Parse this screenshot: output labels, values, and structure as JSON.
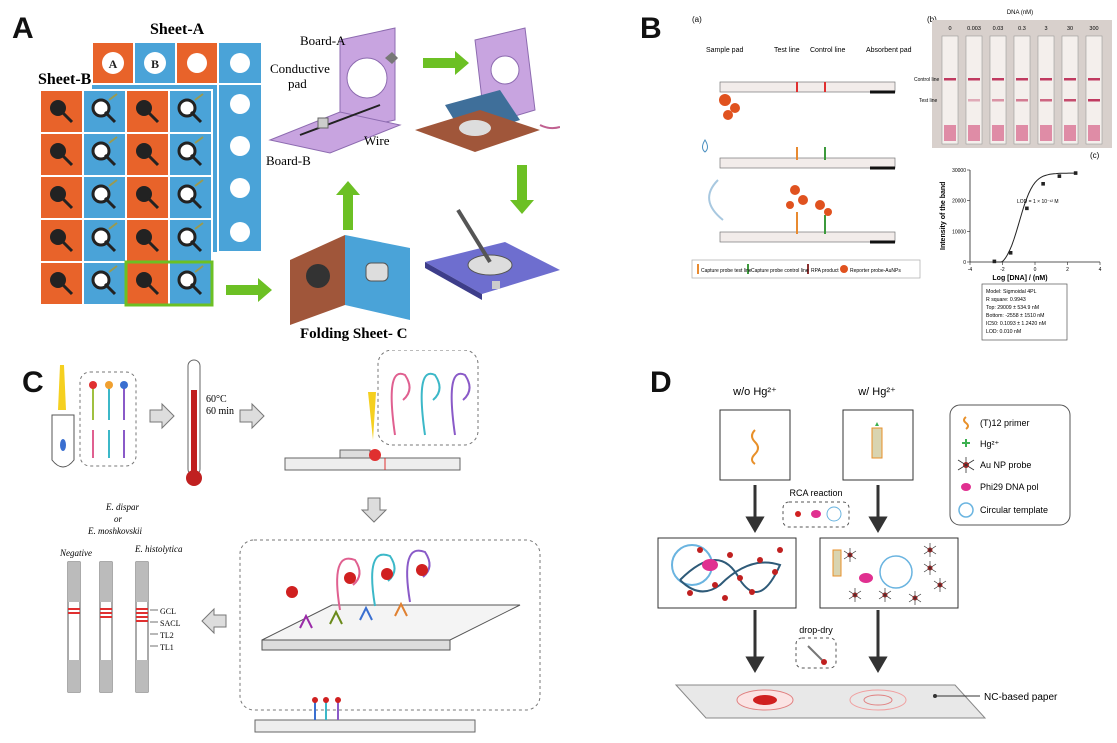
{
  "panel_labels": {
    "a": "A",
    "b": "B",
    "c": "C",
    "d": "D"
  },
  "panel_a": {
    "sheet_a": "Sheet-A",
    "sheet_b": "Sheet-B",
    "board_a": "Board-A",
    "board_b": "Board-B",
    "conductive_pad": "Conductive\npad",
    "wire": "Wire",
    "folding_sheet": "Folding Sheet- C",
    "circle_a": "A",
    "circle_b": "B"
  },
  "panel_b": {
    "sub_a": "(a)",
    "sub_b": "(b)",
    "sub_c": "(c)",
    "sample_pad": "Sample pad",
    "test_line": "Test line",
    "control_line": "Control line",
    "absorbent_pad": "Absorbent pad",
    "legend": [
      "Capture probe test line",
      "Capture probe control line",
      "RPA product",
      "Reporter probe-AuNPs"
    ],
    "dna_header": "DNA (nM)",
    "dna_conc": [
      "0",
      "0.003",
      "0.03",
      "0.3",
      "3",
      "30",
      "300"
    ],
    "strip_control_line": "Control line",
    "strip_test_line": "Test line",
    "ylabel": "Intensity of the band",
    "xlabel": "Log [DNA] / (nM)",
    "lod_annotation": "LOD = 1 × 10⁻¹² M",
    "yticks": [
      "0",
      "10000",
      "20000",
      "30000"
    ],
    "xticks": [
      "-4",
      "-2",
      "0",
      "2",
      "4"
    ],
    "stats": [
      "Model: Sigmoidal 4PL",
      "R square: 0.9943",
      "Top: 29009 ± 534.9 nM",
      "Bottom: -2558 ± 1510 nM",
      "IC50: 0.1093 ± 1.2420 nM",
      "LOD: 0.010 nM"
    ]
  },
  "panel_c": {
    "temp": "60°C",
    "time": "60 min",
    "negative": "Negative",
    "e_dispar": "E. dispar",
    "or": "or",
    "e_moshkovskii": "E. moshkovskii",
    "e_histolytica": "E. histolytica",
    "lines": [
      "GCL",
      "SACL",
      "TL2",
      "TL1"
    ]
  },
  "panel_d": {
    "wo_hg": "w/o Hg²⁺",
    "w_hg": "w/ Hg²⁺",
    "legend": [
      "(T)12 primer",
      "Hg²⁺",
      "Au NP probe",
      "Phi29 DNA pol",
      "Circular template"
    ],
    "rca": "RCA reaction",
    "drop_dry": "drop-dry",
    "nc_paper": "NC-based paper"
  },
  "chart_data": {
    "type": "scatter",
    "xlabel": "Log [DNA] / (nM)",
    "ylabel": "Intensity of the band",
    "xlim": [
      -4,
      4
    ],
    "ylim": [
      0,
      30000
    ],
    "x": [
      -2.5,
      -1.5,
      -0.5,
      0.5,
      1.5,
      2.5
    ],
    "values": [
      200,
      3000,
      17500,
      25500,
      28000,
      29000
    ],
    "fit": "sigmoidal 4PL"
  },
  "colors": {
    "orange": "#e8632a",
    "blue": "#4aa3d8",
    "green_arrow": "#6cc024",
    "purple": "#c8a4e0",
    "red_line": "#e03030"
  }
}
